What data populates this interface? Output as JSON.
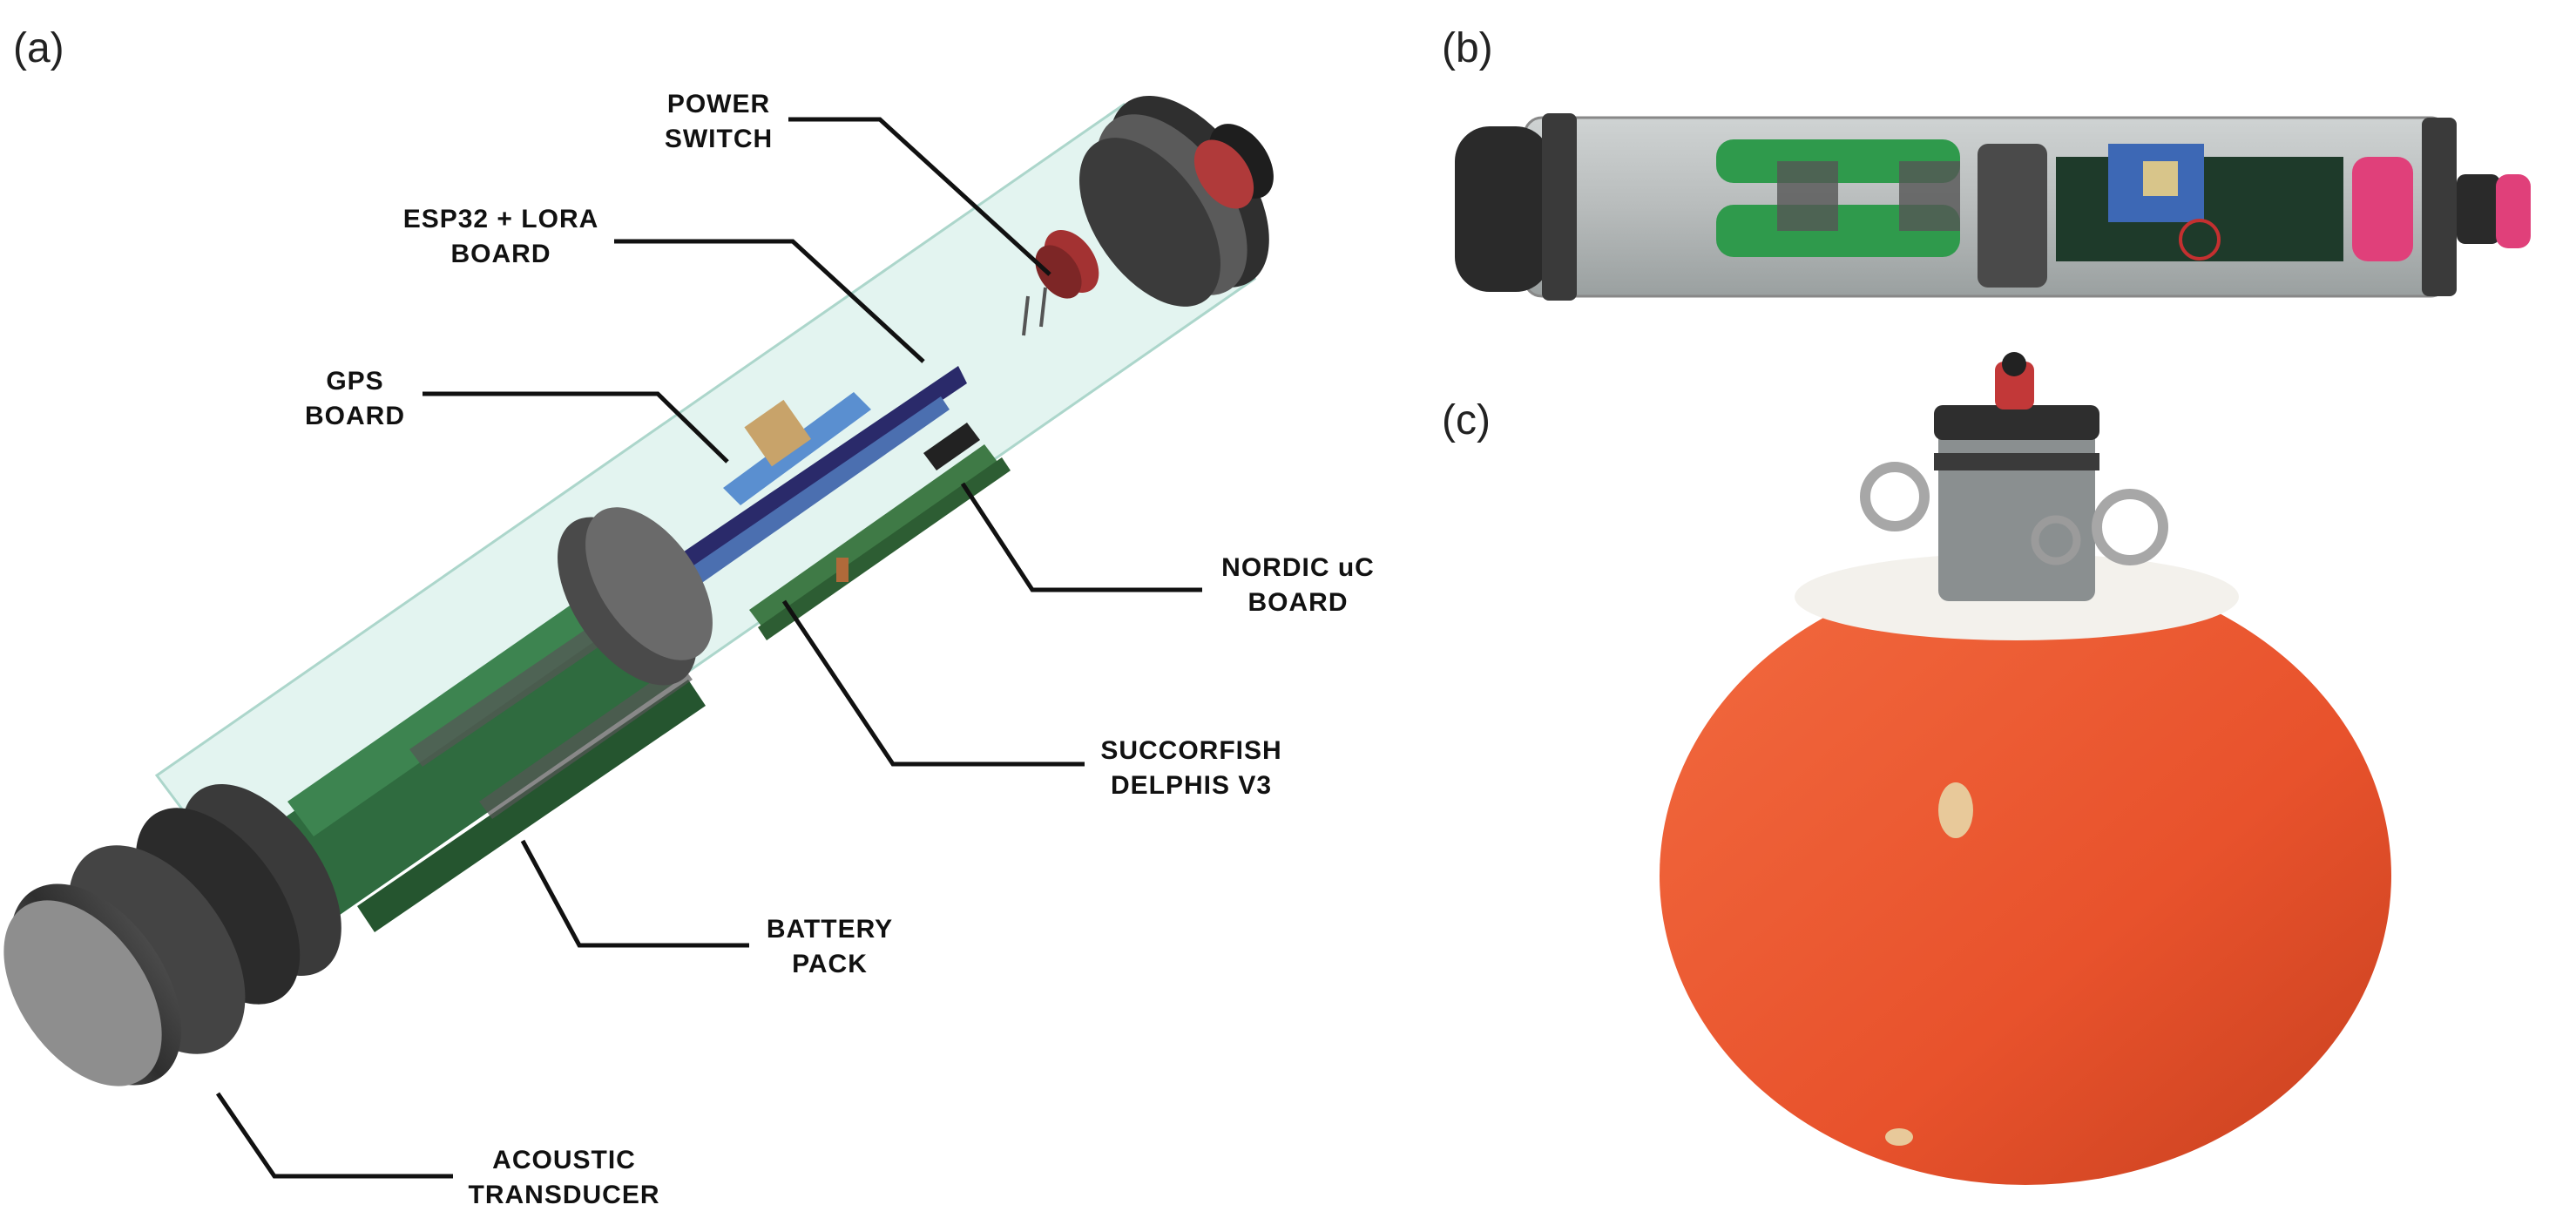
{
  "panels": {
    "a": "(a)",
    "b": "(b)",
    "c": "(c)"
  },
  "callouts": {
    "power_switch": [
      "POWER",
      "SWITCH"
    ],
    "esp32_lora": [
      "ESP32 + LORA",
      "BOARD"
    ],
    "gps_board": [
      "GPS",
      "BOARD"
    ],
    "nordic_board": [
      "NORDIC uC",
      "BOARD"
    ],
    "succorfish": [
      "SUCCORFISH",
      "DELPHIS V3"
    ],
    "battery_pack": [
      "BATTERY",
      "PACK"
    ],
    "acoustic_transducer": [
      "ACOUSTIC",
      "TRANSDUCER"
    ]
  },
  "colors": {
    "tube_fill": "#dff3ee",
    "tube_edge": "#9ecfc3",
    "battery": "#2f6b3f",
    "end_cap": "#3a3a3a",
    "buoy": "#e8522c",
    "red_cap": "#b03a3a",
    "pink_cap": "#e0407a",
    "leader_line": "#111111"
  }
}
